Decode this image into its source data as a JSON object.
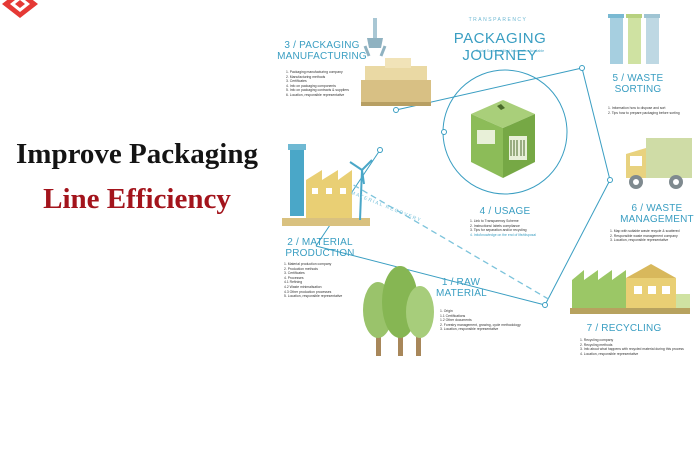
{
  "heading": {
    "line1": "Improve Packaging",
    "line2": "Line Efficiency"
  },
  "colors": {
    "accent": "#3a9ec2",
    "heading_dark": "#141414",
    "heading_red": "#a3141c",
    "brand": "#e53935"
  },
  "journey": {
    "subtitle": "TRANSPARENCY",
    "title": "PACKAGING JOURNEY",
    "tagline": "Social Sustainability / Information Available"
  },
  "stages": {
    "manufacturing": {
      "title_a": "3 / PACKAGING",
      "title_b": "MANUFACTURING",
      "items": [
        "1. Packaging manufacturing company",
        "2. Manufacturing methods",
        "3. Certificates",
        "4. Info on packaging components",
        "5. Info on packaging contracts & suppliers",
        "6. Location, responsible representative"
      ]
    },
    "material_production": {
      "title_a": "2 / MATERIAL",
      "title_b": "PRODUCTION",
      "items": [
        "1. Material production company",
        "2. Production methods",
        "3. Certificates",
        "4. Processes",
        "4.1 Refining",
        "4.2 Waste minimalisation",
        "4.3 Other production processes",
        "5. Location, responsible representative"
      ]
    },
    "raw_material": {
      "title_a": "1 / RAW",
      "title_b": "MATERIAL",
      "items": [
        "1. Origin",
        "1.1 Certifications",
        "1.2 Other documents",
        "2. Forestry management, growing, cycle methodology",
        "3. Location, responsible representative"
      ]
    },
    "usage": {
      "title_a": "4 / USAGE",
      "items": [
        "1. Link to Transparency Scheme",
        "2. Instructions/ labels compliance",
        "3. Tips for separation and/or recycling",
        "4. Info/knowledge on the end of life/disposal"
      ]
    },
    "sorting": {
      "title_a": "5 / WASTE",
      "title_b": "SORTING",
      "items": [
        "1. Information how to dispose and sort",
        "2. Tips how to prepare packaging before sorting"
      ]
    },
    "management": {
      "title_a": "6 / WASTE",
      "title_b": "MANAGEMENT",
      "items": [
        "1. Map with suitable waste recycle & scattered",
        "2. Responsible waste management company",
        "3. Location, responsible representative"
      ]
    },
    "recycling": {
      "title_a": "7 / RECYCLING",
      "items": [
        "1. Recycling company",
        "2. Recycling methods",
        "3. Info about what happens with recycled material during this process",
        "4. Location, responsible representative"
      ]
    }
  },
  "dashed_path_label": "MATERIAL RECOVERY",
  "icons": [
    "logo-diamond",
    "gripper-icon",
    "factory-icon",
    "wind-turbine-icon",
    "trees-icon",
    "package-box-icon",
    "waste-bins-icon",
    "garbage-truck-icon",
    "recycling-plant-icon"
  ]
}
